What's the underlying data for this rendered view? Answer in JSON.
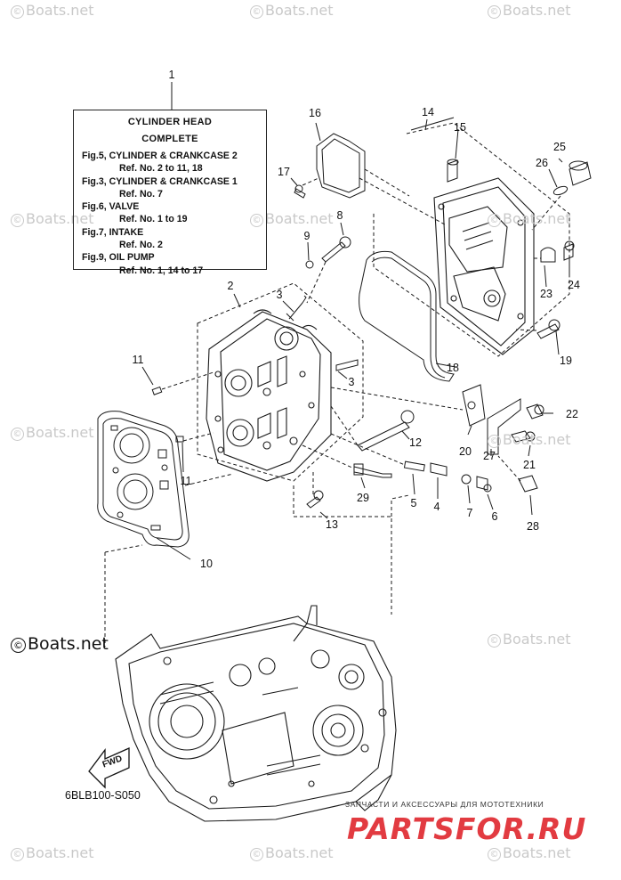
{
  "watermark": {
    "text": "Boats.net",
    "symbol": "©"
  },
  "info_box": {
    "title_lines": [
      "CYLINDER HEAD",
      "COMPLETE"
    ],
    "lines": [
      {
        "kind": "fig",
        "text": "Fig.5, CYLINDER & CRANKCASE 2"
      },
      {
        "kind": "ref",
        "text": "Ref. No. 2 to 11, 18"
      },
      {
        "kind": "fig",
        "text": "Fig.3, CYLINDER & CRANKCASE 1"
      },
      {
        "kind": "ref",
        "text": "Ref. No. 7"
      },
      {
        "kind": "fig",
        "text": "Fig.6, VALVE"
      },
      {
        "kind": "ref",
        "text": "Ref. No. 1 to 19"
      },
      {
        "kind": "fig",
        "text": "Fig.7, INTAKE"
      },
      {
        "kind": "ref",
        "text": "Ref. No. 2"
      },
      {
        "kind": "fig",
        "text": "Fig.9, OIL PUMP"
      },
      {
        "kind": "ref",
        "text": "Ref. No. 1, 14 to 17"
      }
    ]
  },
  "callouts": [
    "1",
    "2",
    "3",
    "3",
    "4",
    "5",
    "6",
    "7",
    "8",
    "9",
    "10",
    "11",
    "11",
    "12",
    "13",
    "14",
    "15",
    "16",
    "17",
    "18",
    "19",
    "20",
    "21",
    "22",
    "23",
    "24",
    "25",
    "26",
    "27",
    "28",
    "29"
  ],
  "fwd_label": "FWD",
  "diagram_code": "6BLB100-S050",
  "footer": {
    "tagline": "ЗАПЧАСТИ И АКСЕССУАРЫ ДЛЯ МОТОТЕХНИКИ",
    "logo": "PARTSFOR.RU",
    "logo_color": "#e23b41"
  }
}
